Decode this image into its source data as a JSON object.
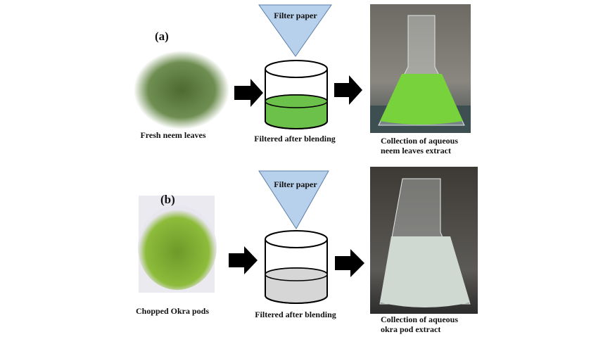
{
  "panels": [
    {
      "label": "(a)",
      "source_caption": "Fresh neem leaves",
      "filter_label": "Filter paper",
      "filter_caption": "Filtered after blending",
      "result_caption_line1": "Collection of aqueous",
      "result_caption_line2": "neem leaves extract",
      "liquid_color": "#6cc14a"
    },
    {
      "label": "(b)",
      "source_caption": "Chopped Okra pods",
      "filter_label": "Filter paper",
      "filter_caption": "Filtered after blending",
      "result_caption_line1": "Collection of aqueous",
      "result_caption_line2": "okra pod extract",
      "liquid_color": "#d6d6d6"
    }
  ],
  "colors": {
    "filter": "#b7d1ec",
    "arrow": "#000000"
  }
}
